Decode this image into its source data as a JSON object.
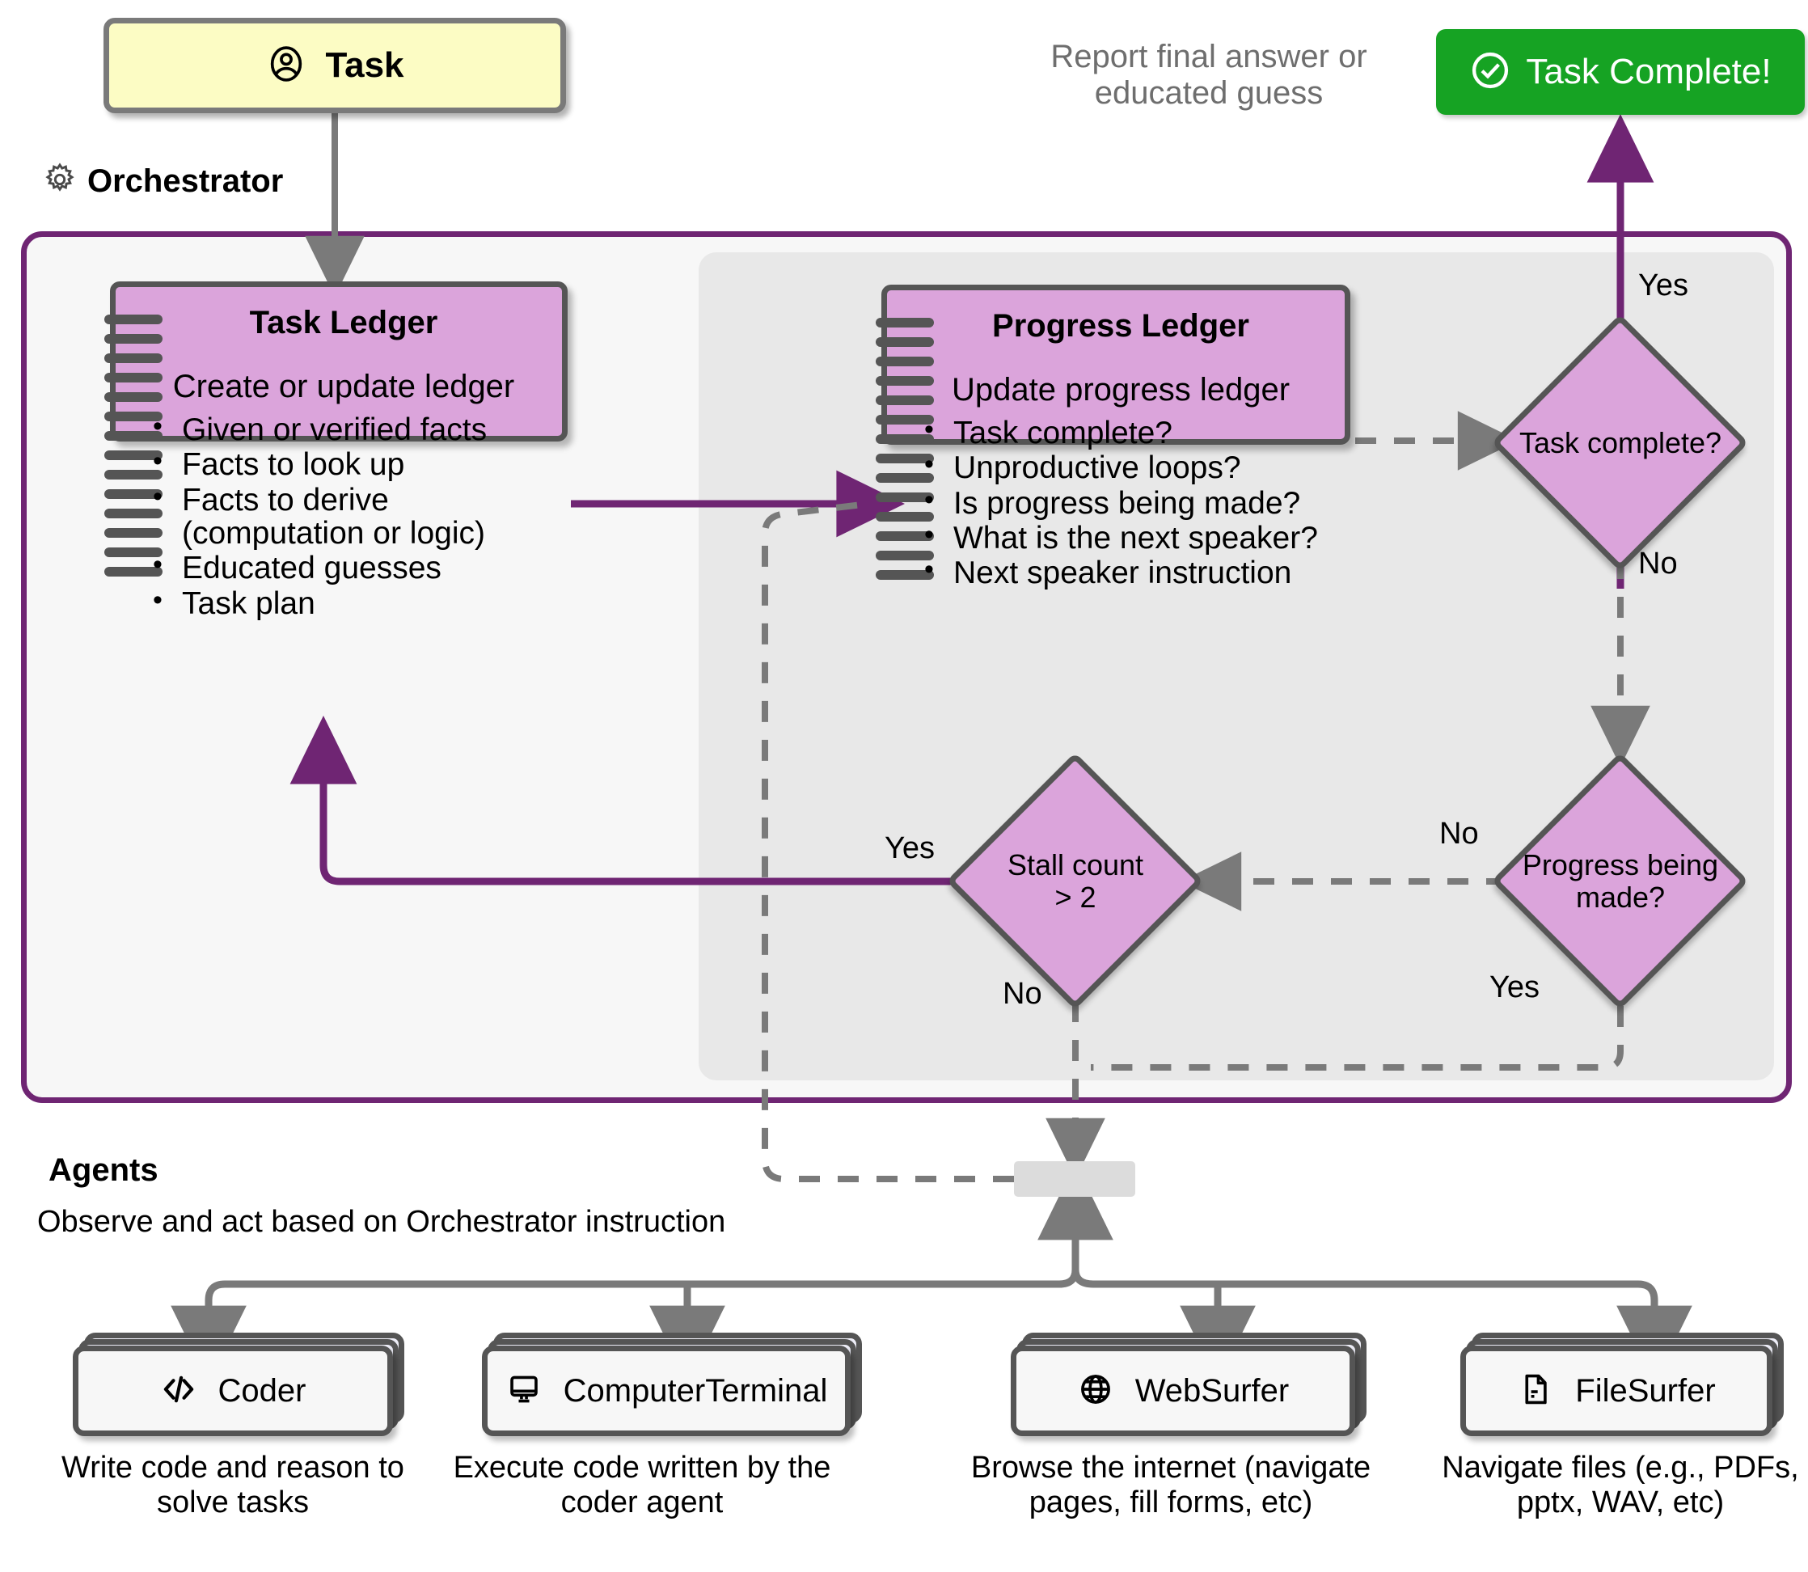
{
  "task_box": {
    "label": "Task",
    "icon": "user-circle-icon",
    "bg": "#fcfcc4"
  },
  "completion": {
    "note": "Report final answer or educated guess",
    "button_label": "Task Complete!",
    "icon": "check-circle-icon",
    "bg": "#16a323"
  },
  "orchestrator": {
    "label": "Orchestrator",
    "icon": "gear-icon",
    "border_color": "#6f2573",
    "task_ledger": {
      "title": "Task Ledger",
      "subtitle": "Create or update ledger",
      "items": [
        "Given or verified facts",
        "Facts to look up",
        "Facts to derive (computation or logic)",
        "Educated guesses",
        "Task plan"
      ]
    },
    "progress_ledger": {
      "title": "Progress Ledger",
      "subtitle": "Update progress ledger",
      "items": [
        "Task complete?",
        "Unproductive loops?",
        "Is progress being made?",
        "What is the next speaker?",
        "Next speaker instruction"
      ]
    },
    "decisions": [
      {
        "id": "task-complete",
        "text": "Task complete?",
        "yes": "Yes",
        "no": "No"
      },
      {
        "id": "progress-made",
        "text": "Progress being made?",
        "yes": "Yes",
        "no": "No"
      },
      {
        "id": "stall-count",
        "text": "Stall count > 2",
        "yes": "Yes",
        "no": "No"
      }
    ],
    "edge_labels": {
      "tc_yes": "Yes",
      "tc_no": "No",
      "pm_no": "No",
      "pm_yes": "Yes",
      "sc_yes": "Yes",
      "sc_no": "No"
    },
    "node_color": "#dba4db"
  },
  "agents": {
    "title": "Agents",
    "subtitle": "Observe and act based on Orchestrator instruction",
    "items": [
      {
        "name": "Coder",
        "icon": "code-icon",
        "desc": "Write code and reason to solve tasks"
      },
      {
        "name": "ComputerTerminal",
        "icon": "monitor-icon",
        "desc": "Execute code written by the coder agent"
      },
      {
        "name": "WebSurfer",
        "icon": "globe-icon",
        "desc": "Browse the internet (navigate pages, fill forms, etc)"
      },
      {
        "name": "FileSurfer",
        "icon": "document-icon",
        "desc": "Navigate files (e.g., PDFs, pptx, WAV, etc)"
      }
    ]
  }
}
